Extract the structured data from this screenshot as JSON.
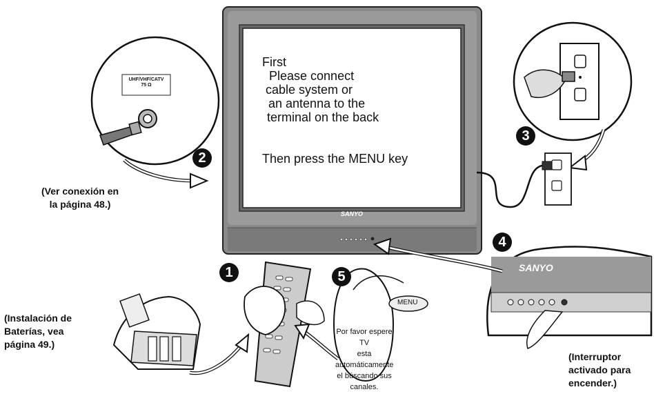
{
  "tv_screen": {
    "lines": [
      "First",
      "Please connect",
      "cable system or",
      "an antenna to the",
      "terminal on the back",
      "",
      "Then press the MENU key"
    ],
    "brand": "SANYO"
  },
  "antenna_terminal": {
    "label_line1": "UHF/VHF/CATV",
    "label_line2": "75 Ω"
  },
  "steps": {
    "step1": "1",
    "step2": "2",
    "step3": "3",
    "step4": "4",
    "step5": "5"
  },
  "captions": {
    "connection": [
      "(Ver conexión en",
      "la página 48.)"
    ],
    "batteries": [
      "(Instalación de",
      "Baterías, vea",
      "página 49.)"
    ],
    "power": [
      "(Interruptor",
      "activado para",
      "encender.)"
    ]
  },
  "menu_bubble": {
    "key_label": "MENU",
    "text": [
      "Por favor espere TV",
      "esta automáticamente",
      "el búscando sus",
      "canales."
    ]
  },
  "power_panel": {
    "brand": "SANYO"
  }
}
